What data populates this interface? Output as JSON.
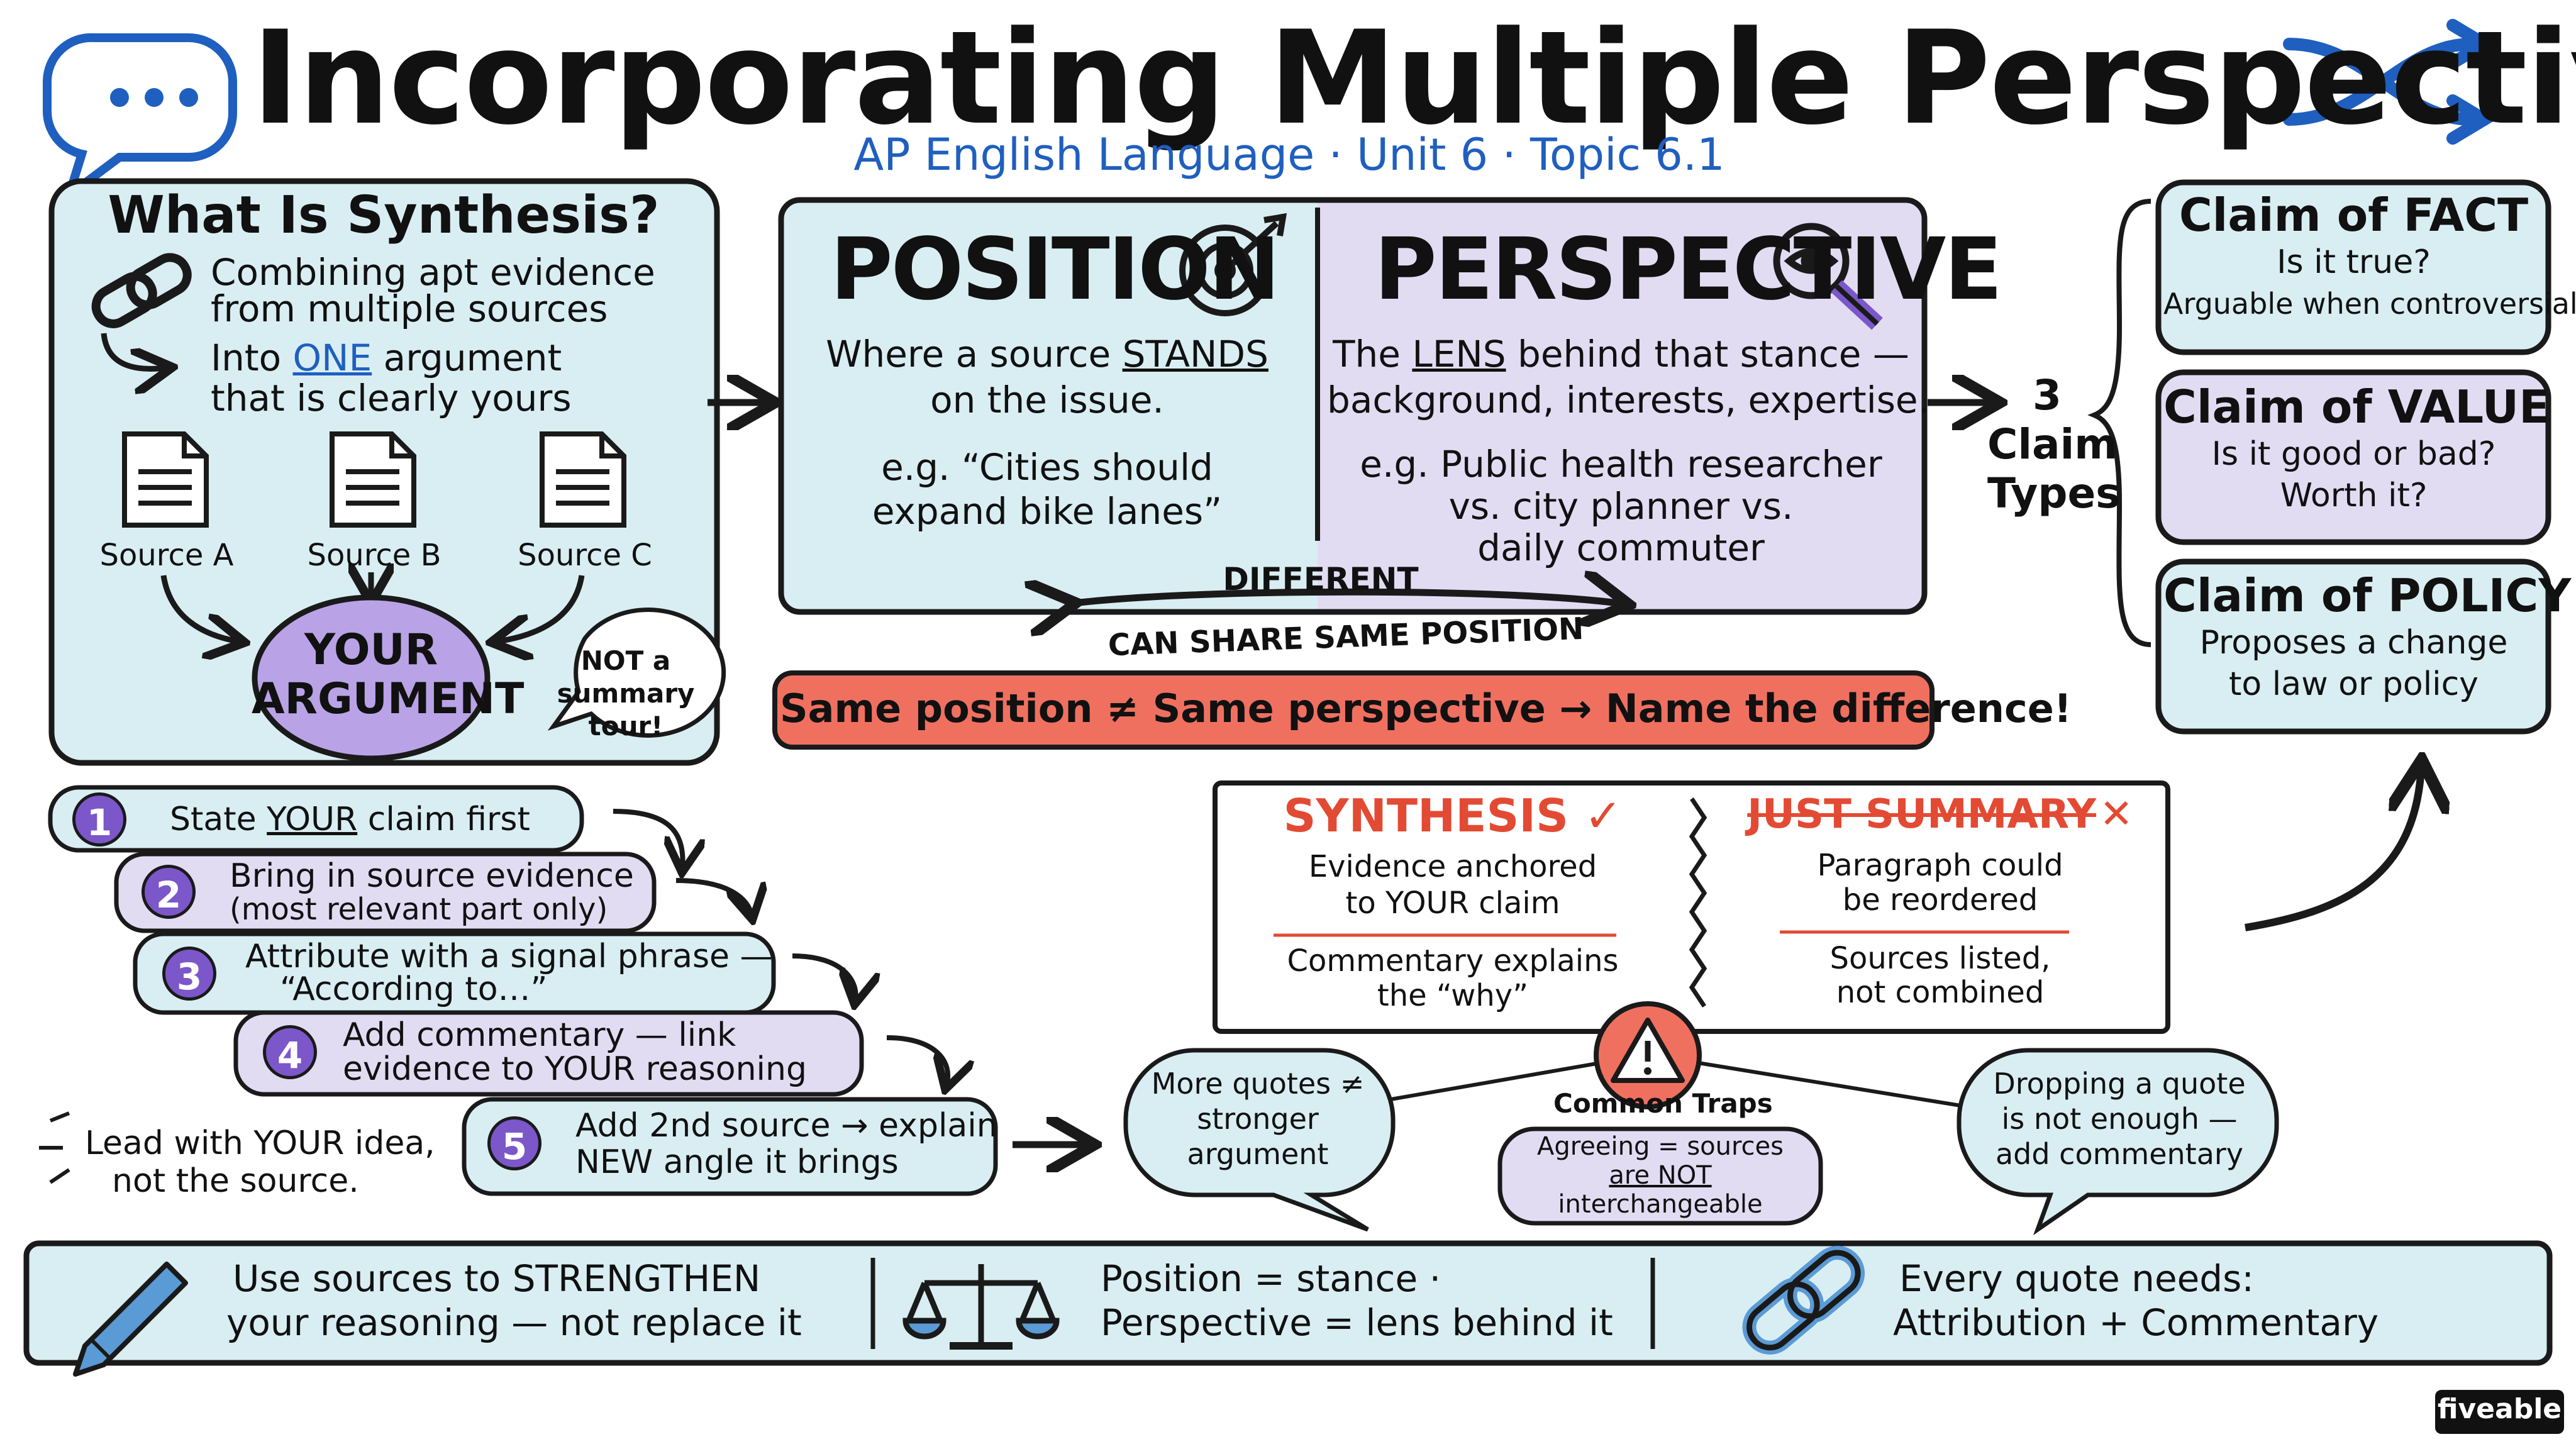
{
  "title": "Incorporating Multiple Perspectives",
  "subtitle": "AP English Language · Unit 6 · Topic 6.1",
  "synthesis": {
    "heading": "What Is Synthesis?",
    "line1a": "Combining apt evidence",
    "line1b": "from multiple sources",
    "line2a_pre": "Into ",
    "line2a_em": "ONE",
    "line2a_post": " argument",
    "line2b": "that is clearly yours",
    "sources": [
      "Source A",
      "Source B",
      "Source C"
    ],
    "argument_line1": "YOUR",
    "argument_line2": "ARGUMENT",
    "bubble": [
      "NOT a",
      "summary",
      "tour!"
    ]
  },
  "position": {
    "heading": "POSITION",
    "line1_pre": "Where a source ",
    "line1_em": "STANDS",
    "line2": "on the issue.",
    "example1": "e.g. “Cities should",
    "example2": "expand bike lanes”"
  },
  "perspective": {
    "heading": "PERSPECTIVE",
    "line1_pre": "The ",
    "line1_em": "LENS",
    "line1_post": " behind that stance —",
    "line2": "background, interests, expertise.",
    "example1": "e.g. Public health researcher",
    "example2": "vs. city planner vs.",
    "example3": "daily commuter"
  },
  "arrow_labels": {
    "top": "DIFFERENT",
    "bottom": "CAN SHARE SAME POSITION"
  },
  "banner": "Same position ≠ Same perspective → Name the difference!",
  "claim_types_label": [
    "3",
    "Claim",
    "Types"
  ],
  "claims": [
    {
      "heading": "Claim of FACT",
      "line1": "Is it true?",
      "line2": "Arguable when controversial"
    },
    {
      "heading": "Claim of VALUE",
      "line1": "Is it good or bad?",
      "line2": "Worth it?"
    },
    {
      "heading": "Claim of POLICY",
      "line1": "Proposes a change",
      "line2": "to law or policy"
    }
  ],
  "steps": [
    {
      "num": "1",
      "line1_pre": "State ",
      "line1_em": "YOUR",
      "line1_post": " claim first",
      "line2": ""
    },
    {
      "num": "2",
      "line1_pre": "Bring in source evidence",
      "line1_em": "",
      "line1_post": "",
      "line2": "(most relevant part only)"
    },
    {
      "num": "3",
      "line1_pre": "Attribute with a signal phrase —",
      "line1_em": "",
      "line1_post": "",
      "line2": "“According to…”"
    },
    {
      "num": "4",
      "line1_pre": "Add commentary — link",
      "line1_em": "",
      "line1_post": "",
      "line2": "evidence to YOUR reasoning"
    },
    {
      "num": "5",
      "line1_pre": "Add 2nd source → explain",
      "line1_em": "",
      "line1_post": "",
      "line2": "NEW angle it brings"
    }
  ],
  "lead_tip": {
    "line1": "Lead with YOUR idea,",
    "line2": "not the source."
  },
  "compare": {
    "synthesis_heading": "SYNTHESIS ✓",
    "synthesis_1a": "Evidence anchored",
    "synthesis_1b": "to YOUR claim",
    "synthesis_2a": "Commentary explains",
    "synthesis_2b": "the “why”",
    "summary_heading": "JUST SUMMARY",
    "summary_mark": "✕",
    "summary_1a": "Paragraph could",
    "summary_1b": "be reordered",
    "summary_2a": "Sources listed,",
    "summary_2b": "not combined"
  },
  "traps": {
    "label": "Common Traps",
    "left": [
      "More quotes ≠",
      "stronger",
      "argument"
    ],
    "middle": [
      "Agreeing = sources",
      "are NOT",
      "interchangeable"
    ],
    "right": [
      "Dropping a quote",
      "is not enough —",
      "add commentary"
    ]
  },
  "footer": [
    {
      "line1": "Use sources to STRENGTHEN",
      "line2": "your reasoning — not replace it"
    },
    {
      "line1": "Position = stance ·",
      "line2": "Perspective = lens behind it"
    },
    {
      "line1": "Every quote needs:",
      "line2": "Attribution + Commentary"
    }
  ],
  "brand": "fiveable",
  "colors": {
    "ink": "#1a1a1a",
    "blue_fill": "#d9eef3",
    "lavender_fill": "#e2dcf3",
    "accent_blue": "#1f5fbf",
    "purple": "#7b57c9",
    "banner_red": "#f07060",
    "check_red": "#e34a33"
  },
  "icons": [
    "speech-bubble-icon",
    "shuffle-icon",
    "chain-link-icon",
    "document-icon",
    "target-icon",
    "magnifier-eye-icon",
    "warning-icon",
    "pencil-icon",
    "balance-scale-icon"
  ]
}
